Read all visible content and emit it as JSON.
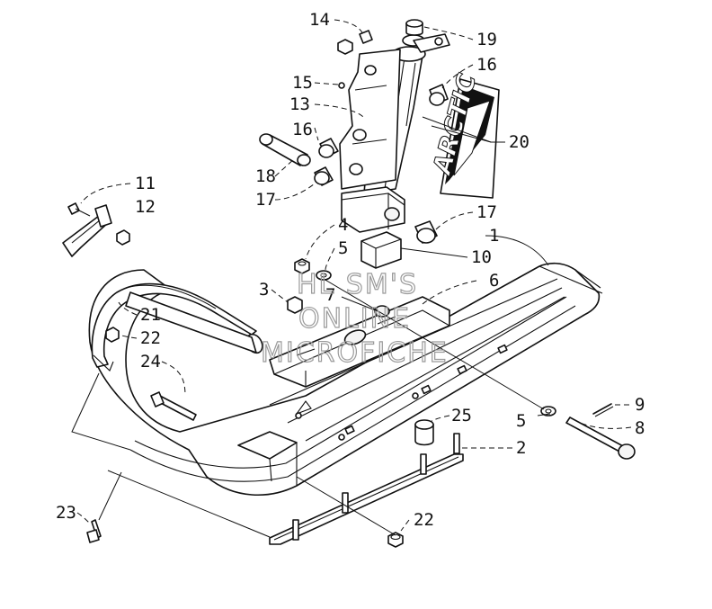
{
  "diagram": {
    "callouts": [
      {
        "id": "c14",
        "label": "14"
      },
      {
        "id": "c19",
        "label": "19"
      },
      {
        "id": "c16a",
        "label": "16"
      },
      {
        "id": "c15",
        "label": "15"
      },
      {
        "id": "c13",
        "label": "13"
      },
      {
        "id": "c16b",
        "label": "16"
      },
      {
        "id": "c20",
        "label": "20"
      },
      {
        "id": "c18",
        "label": "18"
      },
      {
        "id": "c17a",
        "label": "17"
      },
      {
        "id": "c11",
        "label": "11"
      },
      {
        "id": "c12",
        "label": "12"
      },
      {
        "id": "c17b",
        "label": "17"
      },
      {
        "id": "c4",
        "label": "4"
      },
      {
        "id": "c5a",
        "label": "5"
      },
      {
        "id": "c1",
        "label": "1"
      },
      {
        "id": "c10",
        "label": "10"
      },
      {
        "id": "c3",
        "label": "3"
      },
      {
        "id": "c7",
        "label": "7"
      },
      {
        "id": "c6",
        "label": "6"
      },
      {
        "id": "c21",
        "label": "21"
      },
      {
        "id": "c22a",
        "label": "22"
      },
      {
        "id": "c24",
        "label": "24"
      },
      {
        "id": "c9",
        "label": "9"
      },
      {
        "id": "c5b",
        "label": "5"
      },
      {
        "id": "c8",
        "label": "8"
      },
      {
        "id": "c25",
        "label": "25"
      },
      {
        "id": "c2",
        "label": "2"
      },
      {
        "id": "c23",
        "label": "23"
      },
      {
        "id": "c22b",
        "label": "22"
      }
    ],
    "watermark": [
      "HL SM'S",
      "ONLINE",
      "MICROFICHE"
    ],
    "decal_text": "ARCTIC"
  }
}
